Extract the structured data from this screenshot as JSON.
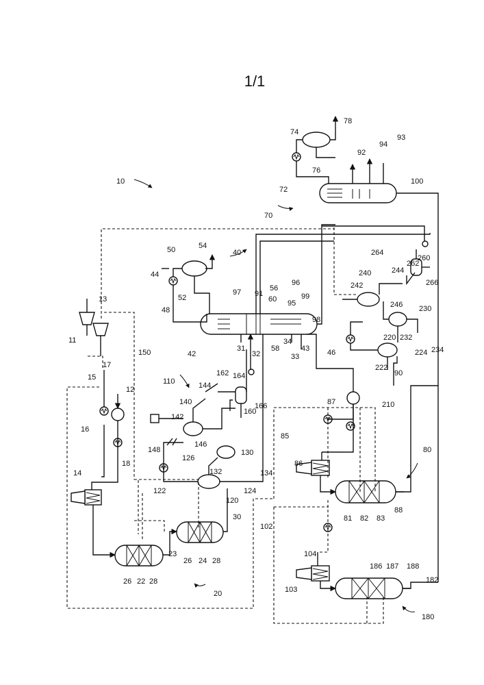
{
  "sheet": {
    "label": "1/1"
  },
  "labels": {
    "l10": "10",
    "l11": "11",
    "l12": "12",
    "l13": "13",
    "l14": "14",
    "l15": "15",
    "l16": "16",
    "l17": "17",
    "l18": "18",
    "l20": "20",
    "l22": "22",
    "l23": "23",
    "l24": "24",
    "l26a": "26",
    "l26b": "26",
    "l28a": "28",
    "l28b": "28",
    "l30": "30",
    "l31": "31",
    "l32": "32",
    "l33": "33",
    "l34": "34",
    "l40": "40",
    "l42": "42",
    "l43": "43",
    "l44": "44",
    "l46": "46",
    "l48": "48",
    "l50": "50",
    "l52": "52",
    "l54": "54",
    "l56": "56",
    "l58": "58",
    "l60": "60",
    "l70": "70",
    "l72": "72",
    "l74": "74",
    "l76": "76",
    "l78": "78",
    "l80": "80",
    "l81": "81",
    "l82": "82",
    "l83": "83",
    "l85": "85",
    "l86": "86",
    "l87": "87",
    "l88": "88",
    "l90": "90",
    "l91": "91",
    "l92": "92",
    "l93": "93",
    "l94": "94",
    "l95": "95",
    "l96": "96",
    "l97": "97",
    "l98": "98",
    "l99": "99",
    "l100": "100",
    "l102": "102",
    "l103": "103",
    "l104": "104",
    "l110": "110",
    "l120": "120",
    "l122": "122",
    "l124": "124",
    "l126": "126",
    "l130": "130",
    "l132": "132",
    "l134": "134",
    "l140": "140",
    "l142": "142",
    "l144": "144",
    "l146": "146",
    "l148": "148",
    "l150": "150",
    "l160": "160",
    "l162": "162",
    "l164": "164",
    "l166": "166",
    "l180": "180",
    "l182": "182",
    "l186": "186",
    "l187": "187",
    "l188": "188",
    "l210": "210",
    "l220": "220",
    "l222": "222",
    "l224": "224",
    "l230": "230",
    "l232": "232",
    "l234": "234",
    "l240": "240",
    "l242": "242",
    "l244": "244",
    "l246": "246",
    "l260": "260",
    "l262": "262",
    "l264": "264",
    "l266": "266"
  }
}
